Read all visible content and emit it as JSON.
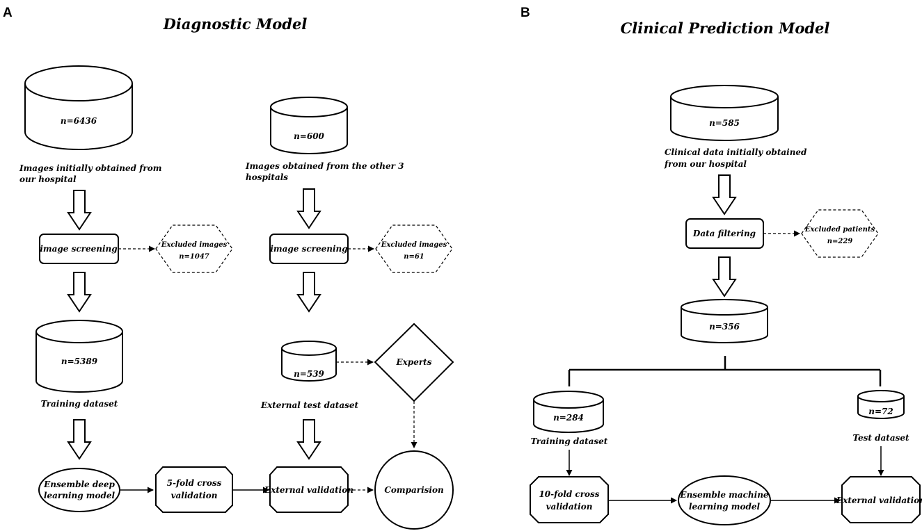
{
  "panel_a": {
    "letter": "A",
    "title": "Diagnostic Model",
    "left_source_count": "n=6436",
    "left_source_caption": [
      "Images initially obtained from",
      "our hospital"
    ],
    "left_screening": "image screening",
    "left_excluded": [
      "Excluded images",
      "n=1047"
    ],
    "training_count": "n=5389",
    "training_caption": "Training dataset",
    "ensemble_model": [
      "Ensemble deep",
      "learning model"
    ],
    "cross_validation": [
      "5-fold cross",
      "validation"
    ],
    "right_source_count": "n=600",
    "right_source_caption": [
      "Images obtained from the other 3",
      "hospitals"
    ],
    "right_screening": "image screening",
    "right_excluded": [
      "Excluded images",
      "n=61"
    ],
    "external_count": "n=539",
    "external_caption": "External test dataset",
    "experts": "Experts",
    "external_validation": "External validation",
    "comparison": "Comparision"
  },
  "panel_b": {
    "letter": "B",
    "title": "Clinical Prediction Model",
    "source_count": "n=585",
    "source_caption": [
      "Clinical data initially obtained",
      "from our hospital"
    ],
    "filtering": "Data filtering",
    "excluded": [
      "Excluded patients",
      "n=229"
    ],
    "filtered_count": "n=356",
    "training_count": "n=284",
    "training_caption": "Training dataset",
    "test_count": "n=72",
    "test_caption": "Test dataset",
    "cross_validation": [
      "10-fold cross",
      "validation"
    ],
    "ensemble_model": [
      "Ensemble machine",
      "learning model"
    ],
    "external_validation": "External validation"
  }
}
